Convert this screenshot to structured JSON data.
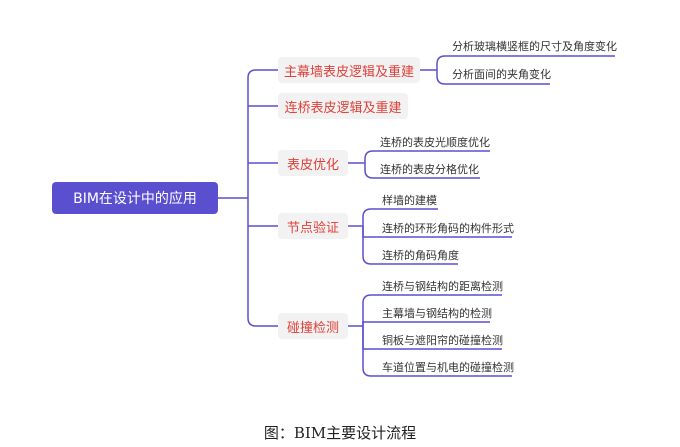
{
  "root": {
    "label": "BIM在设计中的应用"
  },
  "branches": [
    {
      "label": "主幕墙表皮逻辑及重建",
      "children": [
        "分析玻璃横竖框的尺寸及角度变化",
        "分析面间的夹角变化"
      ]
    },
    {
      "label": "连桥表皮逻辑及重建",
      "children": []
    },
    {
      "label": "表皮优化",
      "children": [
        "连桥的表皮光顺度优化",
        "连桥的表皮分格优化"
      ]
    },
    {
      "label": "节点验证",
      "children": [
        "样墙的建模",
        "连桥的环形角码的构件形式",
        "连桥的角码角度"
      ]
    },
    {
      "label": "碰撞检测",
      "children": [
        "连桥与钢结构的距离检测",
        "主幕墙与钢结构的检测",
        "铜板与遮阳帘的碰撞检测",
        "车道位置与机电的碰撞检测"
      ]
    }
  ],
  "caption": "图：BIM主要设计流程",
  "colors": {
    "line": "#5a4fcf",
    "root": "#5a4fcf",
    "branch_text": "#e0403a"
  }
}
